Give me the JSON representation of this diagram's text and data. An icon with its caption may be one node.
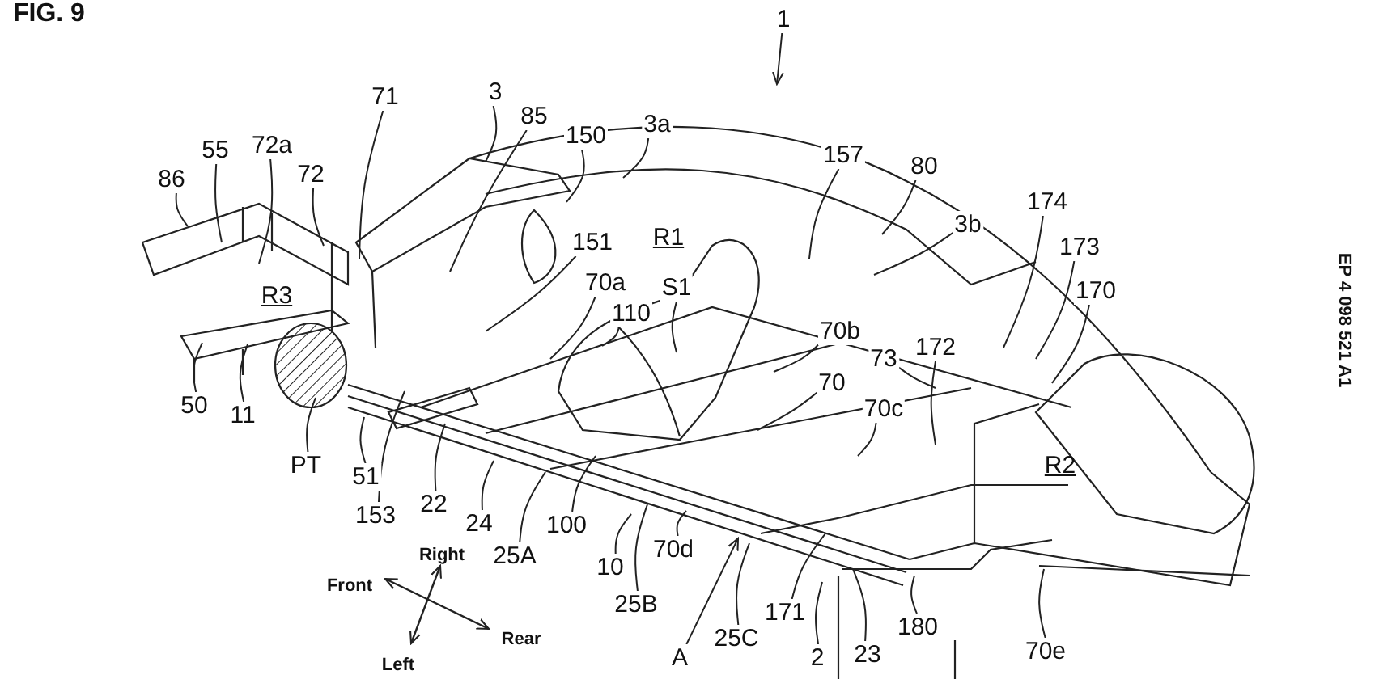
{
  "diagram": {
    "title": "FIG. 9",
    "nodes": [
      {
        "text": [
          "1"
        ]
      },
      {
        "text": [
          "71"
        ]
      },
      {
        "text": [
          "3"
        ]
      },
      {
        "text": [
          "85"
        ]
      },
      {
        "text": [
          "150"
        ]
      },
      {
        "text": [
          "3a"
        ]
      },
      {
        "text": [
          "86"
        ]
      },
      {
        "text": [
          "55"
        ]
      },
      {
        "text": [
          "72a"
        ]
      },
      {
        "text": [
          "72"
        ]
      },
      {
        "text": [
          "151"
        ]
      },
      {
        "text": [
          "70a"
        ]
      },
      {
        "text": [
          "S1"
        ]
      },
      {
        "text": [
          "110"
        ]
      },
      {
        "text": [
          "157"
        ]
      },
      {
        "text": [
          "80"
        ]
      },
      {
        "text": [
          "3b"
        ]
      },
      {
        "text": [
          "174"
        ]
      },
      {
        "text": [
          "173"
        ]
      },
      {
        "text": [
          "170"
        ]
      },
      {
        "text": [
          "172"
        ]
      },
      {
        "text": [
          "70b"
        ]
      },
      {
        "text": [
          "73"
        ]
      },
      {
        "text": [
          "70"
        ]
      },
      {
        "text": [
          "70c"
        ]
      },
      {
        "text": [
          "50"
        ]
      },
      {
        "text": [
          "11"
        ]
      },
      {
        "text": [
          "PT"
        ]
      },
      {
        "text": [
          "51"
        ]
      },
      {
        "text": [
          "153"
        ]
      },
      {
        "text": [
          "22"
        ]
      },
      {
        "text": [
          "24"
        ]
      },
      {
        "text": [
          "25A"
        ]
      },
      {
        "text": [
          "100"
        ]
      },
      {
        "text": [
          "10"
        ]
      },
      {
        "text": [
          "25B"
        ]
      },
      {
        "text": [
          "70d"
        ]
      },
      {
        "text": [
          "A"
        ]
      },
      {
        "text": [
          "25C"
        ]
      },
      {
        "text": [
          "171"
        ]
      },
      {
        "text": [
          "2"
        ]
      },
      {
        "text": [
          "23"
        ]
      },
      {
        "text": [
          "180"
        ]
      },
      {
        "text": [
          "70e"
        ]
      }
    ],
    "edges": [
      {
        "from": 0,
        "to": null,
        "arrow": "to"
      },
      {
        "from": 1,
        "to": null,
        "arrow": "none"
      },
      {
        "from": 2,
        "to": null,
        "arrow": "none"
      },
      {
        "from": 3,
        "to": null,
        "arrow": "none"
      },
      {
        "from": 4,
        "to": null,
        "arrow": "none"
      },
      {
        "from": 5,
        "to": null,
        "arrow": "none"
      },
      {
        "from": 6,
        "to": null,
        "arrow": "none"
      },
      {
        "from": 7,
        "to": null,
        "arrow": "none"
      },
      {
        "from": 8,
        "to": null,
        "arrow": "none"
      },
      {
        "from": 9,
        "to": null,
        "arrow": "none"
      },
      {
        "from": 10,
        "to": null,
        "arrow": "none"
      },
      {
        "from": 11,
        "to": null,
        "arrow": "none"
      },
      {
        "from": 12,
        "to": null,
        "arrow": "none"
      },
      {
        "from": 13,
        "to": null,
        "arrow": "none"
      },
      {
        "from": 14,
        "to": null,
        "arrow": "none"
      },
      {
        "from": 15,
        "to": null,
        "arrow": "none"
      },
      {
        "from": 16,
        "to": null,
        "arrow": "none"
      },
      {
        "from": 17,
        "to": null,
        "arrow": "none"
      },
      {
        "from": 18,
        "to": null,
        "arrow": "none"
      },
      {
        "from": 19,
        "to": null,
        "arrow": "none"
      },
      {
        "from": 20,
        "to": null,
        "arrow": "none"
      },
      {
        "from": 21,
        "to": null,
        "arrow": "none"
      },
      {
        "from": 22,
        "to": null,
        "arrow": "none"
      },
      {
        "from": 23,
        "to": null,
        "arrow": "none"
      },
      {
        "from": 24,
        "to": null,
        "arrow": "none"
      },
      {
        "from": 25,
        "to": null,
        "arrow": "none"
      },
      {
        "from": 26,
        "to": null,
        "arrow": "none"
      },
      {
        "from": 27,
        "to": null,
        "arrow": "none"
      },
      {
        "from": 28,
        "to": null,
        "arrow": "none"
      },
      {
        "from": 29,
        "to": null,
        "arrow": "none"
      },
      {
        "from": 30,
        "to": null,
        "arrow": "none"
      },
      {
        "from": 31,
        "to": null,
        "arrow": "none"
      },
      {
        "from": 32,
        "to": null,
        "arrow": "none"
      },
      {
        "from": 33,
        "to": null,
        "arrow": "none"
      },
      {
        "from": 34,
        "to": null,
        "arrow": "none"
      },
      {
        "from": 35,
        "to": null,
        "arrow": "none"
      },
      {
        "from": 36,
        "to": null,
        "arrow": "none"
      },
      {
        "from": 37,
        "to": null,
        "arrow": "to"
      },
      {
        "from": 38,
        "to": null,
        "arrow": "none"
      },
      {
        "from": 39,
        "to": null,
        "arrow": "none"
      },
      {
        "from": 40,
        "to": null,
        "arrow": "none"
      },
      {
        "from": 41,
        "to": null,
        "arrow": "none"
      },
      {
        "from": 42,
        "to": null,
        "arrow": "none"
      },
      {
        "from": 43,
        "to": null,
        "arrow": "none"
      }
    ],
    "labels": [
      "R1",
      "R3",
      "R2",
      "EP 4 098 521 A1",
      "Front",
      "Right",
      "Rear",
      "Left"
    ]
  }
}
